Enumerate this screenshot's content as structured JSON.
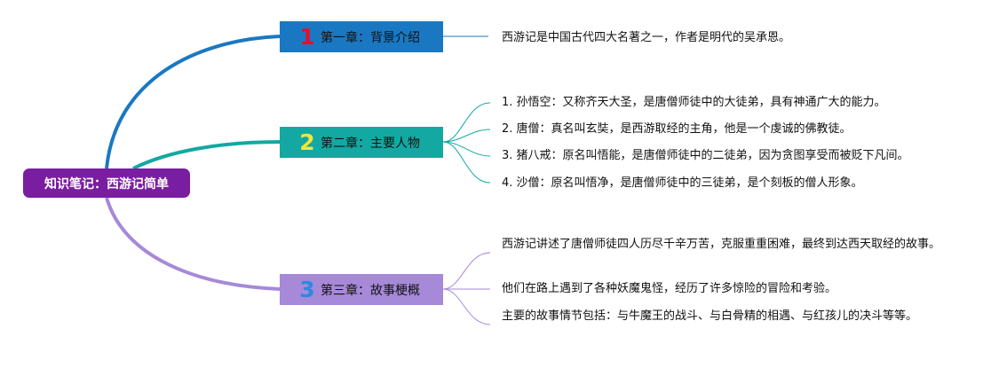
{
  "root": {
    "label": "知识笔记：西游记简单"
  },
  "chapters": [
    {
      "number": "1",
      "title": "第一章：背景介绍",
      "items": [
        "西游记是中国古代四大名著之一，作者是明代的吴承恩。"
      ]
    },
    {
      "number": "2",
      "title": "第二章：主要人物",
      "items": [
        "1. 孙悟空：又称齐天大圣，是唐僧师徒中的大徒弟，具有神通广大的能力。",
        "2. 唐僧：真名叫玄奘，是西游取经的主角，他是一个虔诚的佛教徒。",
        "3. 猪八戒：原名叫悟能，是唐僧师徒中的二徒弟，因为贪图享受而被贬下凡间。",
        "4. 沙僧：原名叫悟净，是唐僧师徒中的三徒弟，是个刻板的僧人形象。"
      ]
    },
    {
      "number": "3",
      "title": "第三章：故事梗概",
      "items": [
        "西游记讲述了唐僧师徒四人历尽千辛万苦，克服重重困难，最终到达西天取经的故事。",
        "他们在路上遇到了各种妖魔鬼怪，经历了许多惊险的冒险和考验。",
        "主要的故事情节包括：与牛魔王的战斗、与白骨精的相遇、与红孩儿的决斗等等。"
      ]
    }
  ],
  "colors": {
    "root": "#7a1ea1",
    "chapter1": "#1a78c2",
    "chapter2": "#14a8a2",
    "chapter3": "#a689d9",
    "num1": "#e0112f",
    "num2": "#f5e53a",
    "num3": "#2a8ae0"
  }
}
